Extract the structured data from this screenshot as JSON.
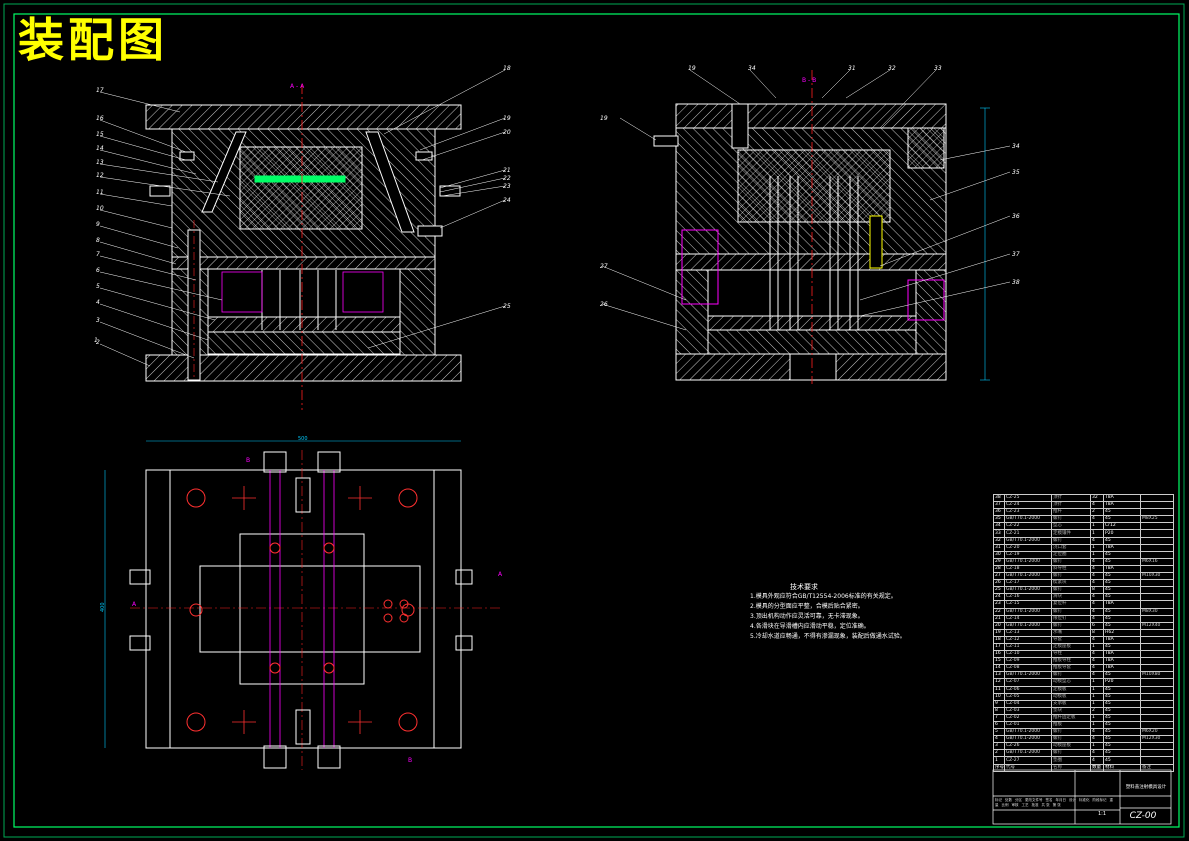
{
  "drawing": {
    "title": "装配图",
    "drawing_code": "CZ-00",
    "colors": {
      "background": "#000000",
      "frame": "#00ff66",
      "outline": "#ffffff",
      "hatch": "#ffffff",
      "centerline": "#ff2020",
      "title": "#ffff00",
      "accent": "#ff00ff",
      "dimension": "#00ccff"
    }
  },
  "views": {
    "front_section": {
      "section_mark": "A - A",
      "leader_labels_left": [
        "17",
        "16",
        "15",
        "14",
        "13",
        "12",
        "11",
        "10",
        "9",
        "8",
        "7",
        "6",
        "5",
        "4",
        "3",
        "2",
        "1"
      ],
      "leader_labels_right": [
        "18",
        "19",
        "20",
        "21",
        "22",
        "23",
        "24",
        "25"
      ]
    },
    "side_section": {
      "section_mark": "B - B",
      "leader_labels_top": [
        "19",
        "34",
        "31",
        "32",
        "33"
      ],
      "leader_labels_left": [
        "19",
        "27",
        "26"
      ],
      "leader_labels_right": [
        "34",
        "35",
        "36",
        "37",
        "38"
      ]
    },
    "top_view": {
      "marks": [
        "B",
        "B",
        "A",
        "A"
      ],
      "width_dim": "500",
      "height_dim": "400"
    }
  },
  "technical_requirements": {
    "title": "技术要求",
    "notes": [
      "1.模具外观应符合GB/T12554-2006标准的有关规定。",
      "2.模具的分型面应平整，合模后贴合紧密。",
      "3.顶出机构动作应灵活可靠，无卡滞现象。",
      "4.各滑块在导滑槽内应滑动平稳，定位准确。",
      "5.冷却水道应畅通，不得有渗漏现象，装配后做通水试验。"
    ]
  },
  "bill_of_materials": {
    "rows": [
      [
        "38",
        "CZ-25",
        "顶针",
        "32",
        "T8A",
        ""
      ],
      [
        "37",
        "CZ-24",
        "顶针",
        "4",
        "T8A",
        ""
      ],
      [
        "36",
        "CZ-23",
        "推杆",
        "2",
        "45",
        ""
      ],
      [
        "35",
        "GB/T70.1-2000",
        "螺钉",
        "4",
        "45",
        "M8X25"
      ],
      [
        "34",
        "CZ-22",
        "型芯",
        "1",
        "Cr12",
        ""
      ],
      [
        "33",
        "CZ-21",
        "定模镶件",
        "1",
        "P20",
        ""
      ],
      [
        "32",
        "GB/T70.1-2000",
        "螺钉",
        "4",
        "45",
        ""
      ],
      [
        "31",
        "CZ-20",
        "浇口套",
        "1",
        "T8A",
        ""
      ],
      [
        "30",
        "CZ-19",
        "定位圈",
        "1",
        "45",
        ""
      ],
      [
        "29",
        "GB/T70.1-2000",
        "螺钉",
        "4",
        "45",
        "M6X16"
      ],
      [
        "28",
        "CZ-18",
        "斜导柱",
        "4",
        "T8A",
        ""
      ],
      [
        "27",
        "GB/T70.1-2000",
        "螺钉",
        "4",
        "45",
        "M10X30"
      ],
      [
        "26",
        "CZ-17",
        "楔紧块",
        "4",
        "45",
        ""
      ],
      [
        "25",
        "GB/T70.1-2000",
        "螺钉",
        "8",
        "45",
        ""
      ],
      [
        "24",
        "CZ-16",
        "滑块",
        "4",
        "45",
        ""
      ],
      [
        "23",
        "CZ-15",
        "复位杆",
        "4",
        "T8A",
        ""
      ],
      [
        "22",
        "GB/T70.1-2000",
        "螺钉",
        "4",
        "45",
        "M8X30"
      ],
      [
        "21",
        "CZ-14",
        "限位钉",
        "4",
        "45",
        ""
      ],
      [
        "20",
        "GB/T70.1-2000",
        "螺钉",
        "6",
        "45",
        "M12X40"
      ],
      [
        "19",
        "CZ-13",
        "水嘴",
        "8",
        "H62",
        ""
      ],
      [
        "18",
        "CZ-12",
        "导套",
        "4",
        "T8A",
        ""
      ],
      [
        "17",
        "CZ-11",
        "定模座板",
        "1",
        "45",
        ""
      ],
      [
        "16",
        "CZ-10",
        "导柱",
        "4",
        "T8A",
        ""
      ],
      [
        "15",
        "CZ-09",
        "推板导柱",
        "4",
        "T8A",
        ""
      ],
      [
        "14",
        "CZ-08",
        "推板导套",
        "4",
        "T8A",
        ""
      ],
      [
        "13",
        "GB/T70.1-2000",
        "螺钉",
        "4",
        "45",
        "M10X80"
      ],
      [
        "12",
        "CZ-07",
        "动模型芯",
        "1",
        "P20",
        ""
      ],
      [
        "11",
        "CZ-06",
        "定模板",
        "1",
        "45",
        ""
      ],
      [
        "10",
        "CZ-05",
        "动模板",
        "1",
        "45",
        ""
      ],
      [
        "9",
        "CZ-04",
        "支承板",
        "1",
        "45",
        ""
      ],
      [
        "8",
        "CZ-03",
        "垫块",
        "2",
        "45",
        ""
      ],
      [
        "7",
        "CZ-02",
        "推杆固定板",
        "1",
        "45",
        ""
      ],
      [
        "6",
        "CZ-01",
        "推板",
        "1",
        "45",
        ""
      ],
      [
        "5",
        "GB/T70.1-2000",
        "螺钉",
        "4",
        "45",
        "M6X20"
      ],
      [
        "4",
        "GB/T70.1-2000",
        "螺钉",
        "4",
        "45",
        "M12X30"
      ],
      [
        "3",
        "CZ-26",
        "动模座板",
        "1",
        "45",
        ""
      ],
      [
        "2",
        "GB/T70.1-2000",
        "螺钉",
        "4",
        "45",
        ""
      ],
      [
        "1",
        "CZ-27",
        "垫圈",
        "4",
        "45",
        ""
      ]
    ],
    "header": [
      "序号",
      "代号",
      "名称",
      "数量",
      "材料",
      "备注"
    ]
  },
  "title_block": {
    "name": "塑料盖注射模具设计",
    "scale": "1:1",
    "labels": [
      "标记",
      "处数",
      "分区",
      "更改文件号",
      "签名",
      "年月日",
      "设计",
      "标准化",
      "阶段标记",
      "重量",
      "比例",
      "审核",
      "工艺",
      "批准",
      "共 张",
      "第 张"
    ]
  }
}
